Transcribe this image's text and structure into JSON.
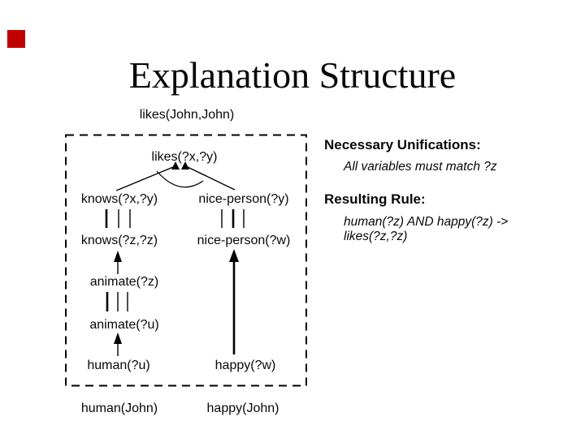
{
  "slide": {
    "title": "Explanation Structure",
    "background_color": "#FFFFFF",
    "ink_color": "#000000",
    "accent_square_color": "#C00000"
  },
  "diagram": {
    "goal_label": "likes(John,John)",
    "nodes": {
      "likes_xy": "likes(?x,?y)",
      "knows_xy": "knows(?x,?y)",
      "nice_person_y": "nice-person(?y)",
      "knows_zz": "knows(?z,?z)",
      "nice_person_w": "nice-person(?w)",
      "animate_z": "animate(?z)",
      "animate_u": "animate(?u)",
      "human_u": "human(?u)",
      "happy_w": "happy(?w)"
    },
    "facts": {
      "human_john": "human(John)",
      "happy_john": "happy(John)"
    }
  },
  "notes": {
    "unifications_heading": "Necessary Unifications:",
    "unifications_body": "All variables must match ?z",
    "rule_heading": "Resulting Rule:",
    "rule_line1": "human(?z) AND happy(?z) ->",
    "rule_line2": "likes(?z,?z)"
  }
}
